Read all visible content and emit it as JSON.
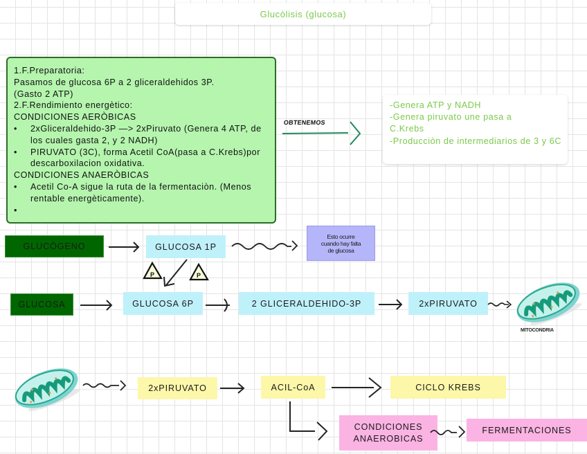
{
  "title": "Glucòlisis (glucosa)",
  "notes": {
    "lines": [
      {
        "type": "text",
        "text": "1.F.Preparatoria:"
      },
      {
        "type": "text",
        "text": "Pasamos de glucosa 6P a 2 gliceraldehidos 3P."
      },
      {
        "type": "text",
        "text": "(Gasto 2 ATP)"
      },
      {
        "type": "text",
        "text": "2.F.Rendimiento energètico:"
      },
      {
        "type": "text",
        "text": "CONDICIONES AERÒBICAS"
      },
      {
        "type": "bullet",
        "text": "  2xGliceraldehido-3P —> 2xPiruvato (Genera 4 ATP, de los cuales gasta 2, y 2 NADH)"
      },
      {
        "type": "bullet",
        "text": "PIRUVATO (3C), forma Acetil CoA(pasa a C.Krebs)por descarboxilacion oxidativa."
      },
      {
        "type": "text",
        "text": "CONDICIONES ANAERÒBICAS"
      },
      {
        "type": "bullet",
        "text": "Acetil Co-A sigue la ruta de la fermentaciòn. (Menos rentable energèticamente)."
      },
      {
        "type": "bullet",
        "text": ""
      }
    ]
  },
  "connector_label": "OBTENEMOS",
  "results": {
    "lines": [
      "-Genera ATP y NADH",
      "-Genera piruvato une pasa a C.Krebs",
      "-Producciòn de intermediarios de 3 y 6C"
    ]
  },
  "nodes": {
    "glucogeno": "GLUCÒGENO",
    "glucosa_1p": "GLUCOSA 1P",
    "note_falta_glucosa": "Esto ocurre cuando hay falta de glucosa",
    "phosphate_left": "P",
    "phosphate_right": "P",
    "glucosa": "GLUCOSA",
    "glucosa_6p": "GLUCOSA 6P",
    "gliceraldehido": "2 GLICERALDEHIDO-3P",
    "piruvato_1": "2xPIRUVATO",
    "mitocondria_label": "MITOCONDRIA",
    "piruvato_2": "2xPIRUVATO",
    "acil_coa": "ACIL-CoA",
    "ciclo_krebs": "CICLO KREBS",
    "condiciones_anaerobicas": "CONDICIONES ANAEROBICAS",
    "fermentaciones": "FERMENTACIONES"
  },
  "colors": {
    "title_text": "#7bc94a",
    "notes_fill": "#b5f5ae",
    "notes_border": "#2e6b2a",
    "dark_green_node": "#006600",
    "cyan_node": "#bff1fb",
    "yellow_node": "#fdf7a9",
    "pink_node": "#fbb3e3",
    "lavender_note": "#b5b5f9",
    "connector_teal": "#1f8a5e"
  }
}
